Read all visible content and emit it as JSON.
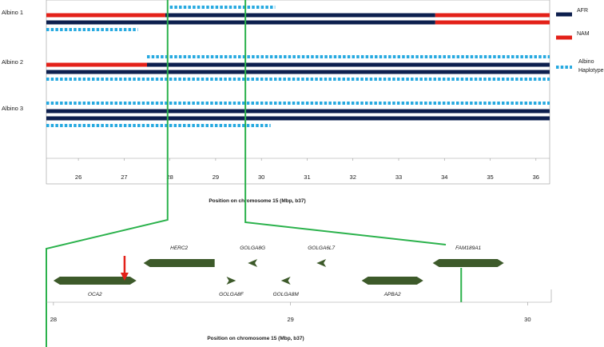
{
  "colors": {
    "afr": "#0d1f4e",
    "nam": "#e32119",
    "albino_haplotype": "#26a9e0",
    "zoom_lines": "#2bb24c",
    "gene": "#3d5a2a",
    "marker": "#e32119",
    "frame": "#999999"
  },
  "chart_data": [
    {
      "type": "haplotype-track",
      "xlabel": "Position on chromosome 15 (Mbp, b37)",
      "xlim": [
        25.3,
        36.3
      ],
      "x_ticks": [
        "26",
        "27",
        "28",
        "29",
        "30",
        "31",
        "32",
        "33",
        "34",
        "35",
        "36"
      ],
      "rows": [
        {
          "label": "Albino 1",
          "tracks": [
            {
              "kind": "albino_haplotype",
              "segments": [
                [
                  28.0,
                  30.3
                ]
              ]
            },
            {
              "kind": "ancestry",
              "segments": [
                {
                  "ancestry": "NAM",
                  "start": 25.3,
                  "end": 27.9
                },
                {
                  "ancestry": "AFR",
                  "start": 27.9,
                  "end": 33.8
                },
                {
                  "ancestry": "NAM",
                  "start": 33.8,
                  "end": 36.3
                }
              ]
            },
            {
              "kind": "ancestry",
              "segments": [
                {
                  "ancestry": "AFR",
                  "start": 25.3,
                  "end": 33.8
                },
                {
                  "ancestry": "NAM",
                  "start": 33.8,
                  "end": 36.3
                }
              ]
            },
            {
              "kind": "albino_haplotype",
              "segments": [
                [
                  25.3,
                  27.3
                ]
              ]
            }
          ]
        },
        {
          "label": "Albino 2",
          "tracks": [
            {
              "kind": "albino_haplotype",
              "segments": [
                [
                  27.5,
                  36.3
                ]
              ]
            },
            {
              "kind": "ancestry",
              "segments": [
                {
                  "ancestry": "NAM",
                  "start": 25.3,
                  "end": 27.5
                },
                {
                  "ancestry": "AFR",
                  "start": 27.5,
                  "end": 36.3
                }
              ]
            },
            {
              "kind": "ancestry",
              "segments": [
                {
                  "ancestry": "AFR",
                  "start": 25.3,
                  "end": 36.3
                }
              ]
            },
            {
              "kind": "albino_haplotype",
              "segments": [
                [
                  25.3,
                  36.3
                ]
              ]
            }
          ]
        },
        {
          "label": "Albino 3",
          "tracks": [
            {
              "kind": "albino_haplotype",
              "segments": [
                [
                  25.3,
                  36.3
                ]
              ]
            },
            {
              "kind": "ancestry",
              "segments": [
                {
                  "ancestry": "AFR",
                  "start": 25.3,
                  "end": 36.3
                }
              ]
            },
            {
              "kind": "ancestry",
              "segments": [
                {
                  "ancestry": "AFR",
                  "start": 25.3,
                  "end": 36.3
                }
              ]
            },
            {
              "kind": "albino_haplotype",
              "segments": [
                [
                  25.3,
                  30.2
                ]
              ]
            }
          ]
        }
      ],
      "legend": {
        "placement": "right",
        "entries": [
          {
            "key": "AFR",
            "label": "AFR"
          },
          {
            "key": "NAM",
            "label": "NAM"
          },
          {
            "key": "albino_haplotype",
            "label_lines": [
              "Albino",
              "Haplotype"
            ]
          }
        ]
      },
      "zoom_window": [
        27.95,
        29.65
      ]
    },
    {
      "type": "gene-map",
      "xlabel": "Position on chromosome 15 (Mbp, b37)",
      "xlim": [
        27.97,
        30.1
      ],
      "x_ticks": [
        "28",
        "29",
        "30"
      ],
      "genes": [
        {
          "name": "OCA2",
          "start": 28.0,
          "end": 28.35,
          "strand": "both",
          "row": "lower",
          "label_pos": "below"
        },
        {
          "name": "HERC2",
          "start": 28.38,
          "end": 28.68,
          "strand": "-",
          "row": "upper",
          "label_pos": "above"
        },
        {
          "name": "GOLGA8F",
          "start": 28.73,
          "end": 28.77,
          "strand": "+",
          "row": "lower",
          "label_pos": "below"
        },
        {
          "name": "GOLGA8G",
          "start": 28.82,
          "end": 28.86,
          "strand": "-",
          "row": "upper",
          "label_pos": "above"
        },
        {
          "name": "GOLGA8M",
          "start": 28.96,
          "end": 29.0,
          "strand": "-",
          "row": "lower",
          "label_pos": "below"
        },
        {
          "name": "GOLGA6L7",
          "start": 29.11,
          "end": 29.15,
          "strand": "-",
          "row": "upper",
          "label_pos": "above"
        },
        {
          "name": "APBA2",
          "start": 29.3,
          "end": 29.56,
          "strand": "both",
          "row": "lower",
          "label_pos": "below"
        },
        {
          "name": "FAM189A1",
          "start": 29.6,
          "end": 29.9,
          "strand": "both",
          "row": "upper",
          "label_pos": "above"
        }
      ],
      "marker": {
        "position": 28.3,
        "description": "arrow"
      }
    }
  ]
}
